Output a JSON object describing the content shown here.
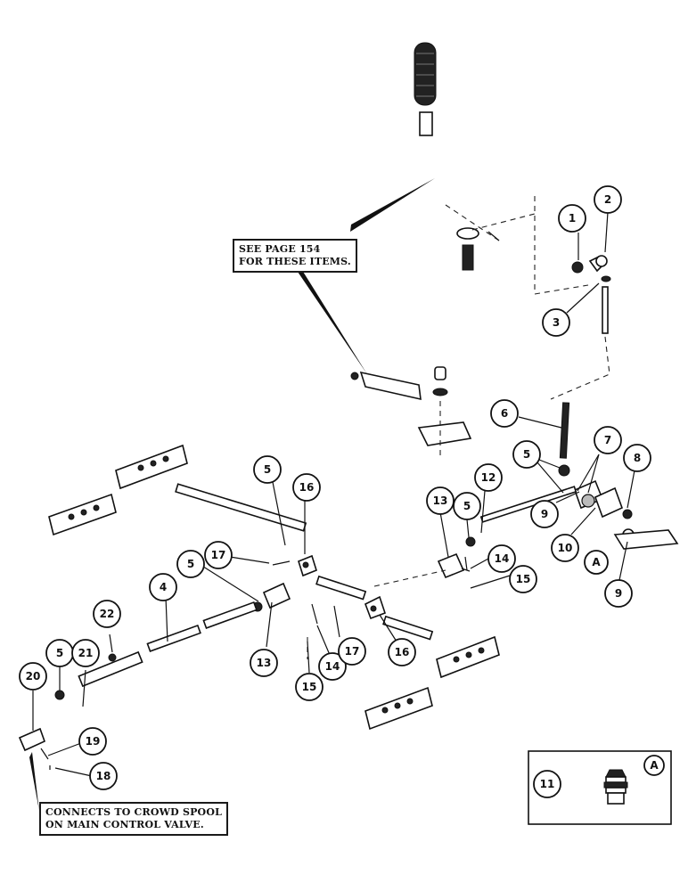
{
  "notes": {
    "see_page": [
      "SEE PAGE 154",
      "FOR THESE ITEMS."
    ],
    "connects": [
      "CONNECTS TO CROWD SPOOL",
      "ON MAIN CONTROL VALVE."
    ]
  },
  "detail_letter": "A",
  "callouts": [
    {
      "id": "c1",
      "label": "1"
    },
    {
      "id": "c2",
      "label": "2"
    },
    {
      "id": "c3",
      "label": "3"
    },
    {
      "id": "c6",
      "label": "6"
    },
    {
      "id": "c5a",
      "label": "5"
    },
    {
      "id": "c7",
      "label": "7"
    },
    {
      "id": "c8",
      "label": "8"
    },
    {
      "id": "c12",
      "label": "12"
    },
    {
      "id": "c13a",
      "label": "13"
    },
    {
      "id": "c5b",
      "label": "5"
    },
    {
      "id": "c9a",
      "label": "9"
    },
    {
      "id": "c10",
      "label": "10"
    },
    {
      "id": "cA",
      "label": "A"
    },
    {
      "id": "c9b",
      "label": "9"
    },
    {
      "id": "c14a",
      "label": "14"
    },
    {
      "id": "c15a",
      "label": "15"
    },
    {
      "id": "c5c",
      "label": "5"
    },
    {
      "id": "c16a",
      "label": "16"
    },
    {
      "id": "c17a",
      "label": "17"
    },
    {
      "id": "c4",
      "label": "4"
    },
    {
      "id": "c5d",
      "label": "5"
    },
    {
      "id": "c22",
      "label": "22"
    },
    {
      "id": "c5e",
      "label": "5"
    },
    {
      "id": "c21",
      "label": "21"
    },
    {
      "id": "c20",
      "label": "20"
    },
    {
      "id": "c13b",
      "label": "13"
    },
    {
      "id": "c15b",
      "label": "15"
    },
    {
      "id": "c14b",
      "label": "14"
    },
    {
      "id": "c17b",
      "label": "17"
    },
    {
      "id": "c16b",
      "label": "16"
    },
    {
      "id": "c19",
      "label": "19"
    },
    {
      "id": "c18",
      "label": "18"
    },
    {
      "id": "c11",
      "label": "11"
    },
    {
      "id": "cA2",
      "label": "A"
    }
  ]
}
